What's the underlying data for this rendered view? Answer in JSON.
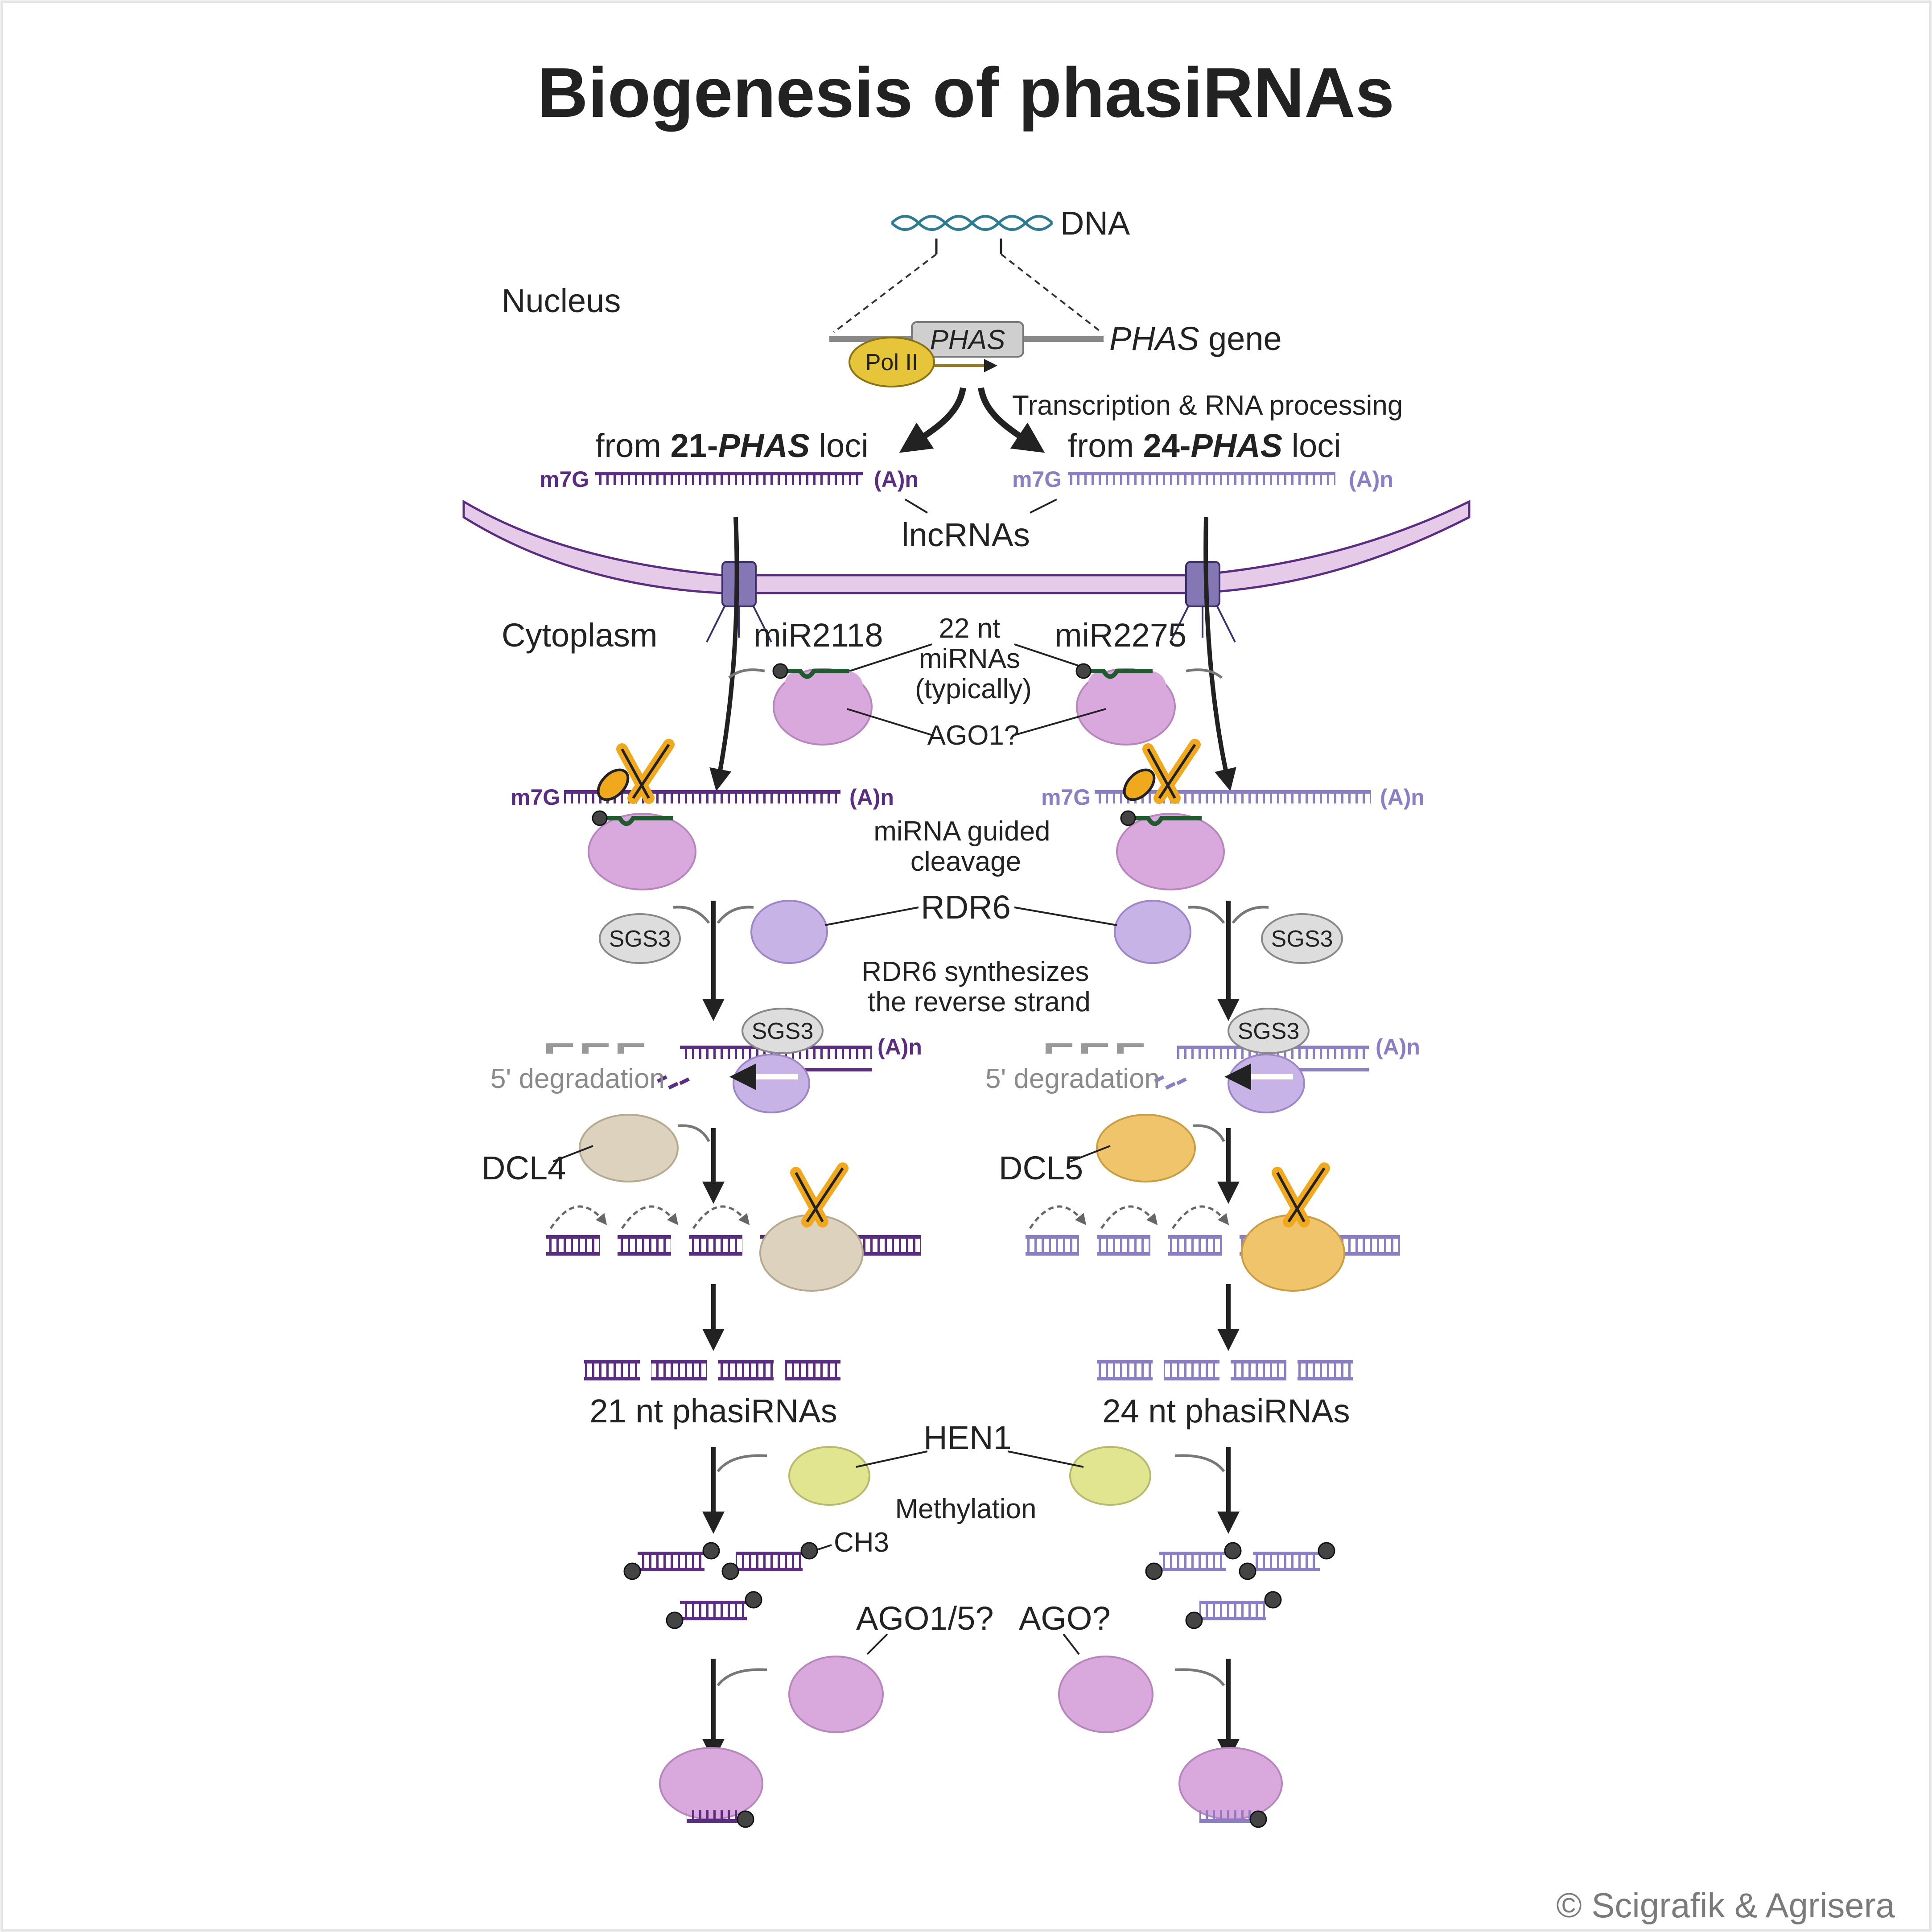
{
  "title": "Biogenesis of phasiRNAs",
  "labels": {
    "dna": "DNA",
    "nucleus": "Nucleus",
    "phas_box": "PHAS",
    "phas_gene_italic": "PHAS",
    "phas_gene_rest": " gene",
    "pol2": "Pol II",
    "transcription": "Transcription & RNA processing",
    "from21_a": "from ",
    "from21_b": "21-",
    "from21_c": "PHAS",
    "from21_d": " loci",
    "from24_a": "from ",
    "from24_b": "24-",
    "from24_c": "PHAS",
    "from24_d": " loci",
    "m7g": "m7G",
    "polya": "(A)n",
    "lncrnas": "lncRNAs",
    "cytoplasm": "Cytoplasm",
    "mir2118": "miR2118",
    "mir2275": "miR2275",
    "mirna_line1": "22 nt",
    "mirna_line2": "miRNAs",
    "mirna_line3": "(typically)",
    "ago1q": "AGO1?",
    "cleavage_line1": "miRNA guided",
    "cleavage_line2": "cleavage",
    "rdr6": "RDR6",
    "sgs3": "SGS3",
    "rdr6_line1": "RDR6 synthesizes",
    "rdr6_line2": "the reverse strand",
    "degradation": "5' degradation",
    "dcl4": "DCL4",
    "dcl5": "DCL5",
    "phasi21": "21 nt phasiRNAs",
    "phasi24": "24 nt phasiRNAs",
    "hen1": "HEN1",
    "methylation": "Methylation",
    "ch3": "CH3",
    "ago15": "AGO1/5?",
    "agoq": "AGO?",
    "copyright": "© Scigrafik & Agrisera"
  },
  "colors": {
    "rna21": "#5b2d82",
    "rna24": "#8b7ec4",
    "mirna": "#1f5b2e",
    "ago": "#d9a8dc",
    "rdr6": "#c7b3e6",
    "dcl4": "#ddd2bd",
    "dcl5": "#f0c46a",
    "hen1": "#e2e58f",
    "sgs3": "#dddddd",
    "pol2": "#e6c53a",
    "membrane": "#e6cbe8",
    "dna": "#2a7b93",
    "scissors": "#f0a81c"
  }
}
